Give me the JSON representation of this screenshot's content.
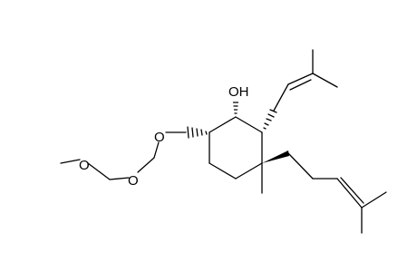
{
  "structure": {
    "atom_labels": {
      "hydroxyl": "OH",
      "ether_o1": "O",
      "ether_o2": "O",
      "ether_o3": "O"
    },
    "substituents": {
      "methyl": "",
      "prenyl": "",
      "homoprenyl": ""
    }
  }
}
